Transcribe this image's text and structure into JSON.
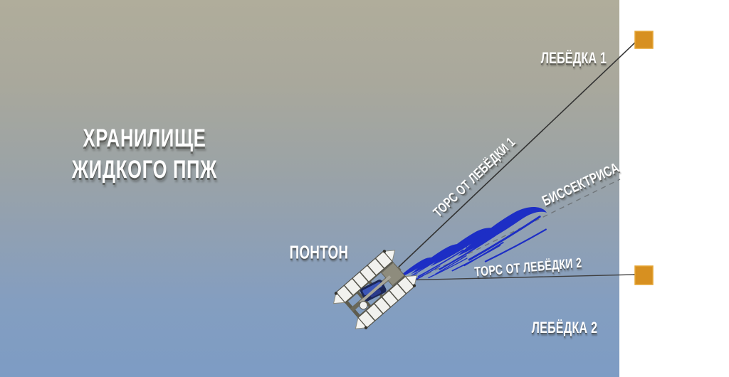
{
  "diagram": {
    "labels": {
      "storage_line1": "ХРАНИЛИЩЕ",
      "storage_line2": "ЖИДКОГО ППЖ",
      "winch1": "ЛЕБЁДКА 1",
      "winch2": "ЛЕБЁДКА 2",
      "rope1": "ТОРС ОТ ЛЕБЁДКИ 1",
      "rope2": "ТОРС ОТ ЛЕБЁДКИ 2",
      "bisector": "БИССЕКТРИСА",
      "pontoon": "ПОНТОН"
    },
    "colors": {
      "background_top": "#b0ad9b",
      "background_bottom": "#7d9cc4",
      "panel_right": "#ffffff",
      "marker_orange": "#d79020",
      "marker_border": "#e5a636",
      "rope_line": "#333333",
      "bisector_dash": "#70767a",
      "wave_blue": "#1d2ec5",
      "label_white": "#ffffff"
    }
  }
}
